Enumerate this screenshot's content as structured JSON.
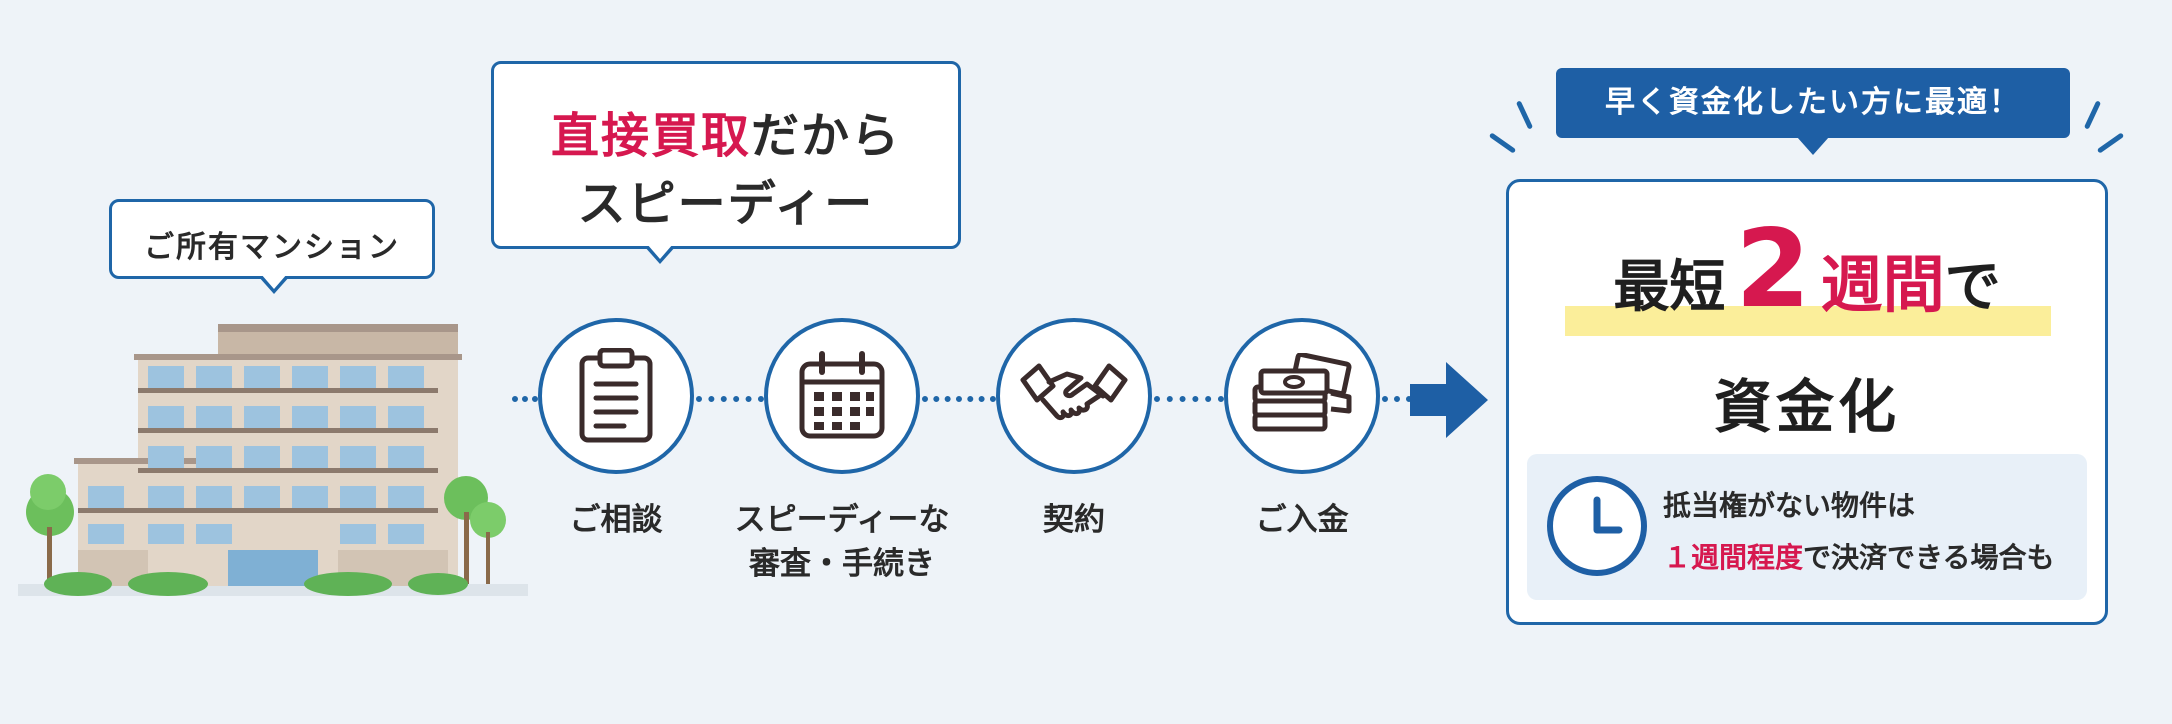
{
  "owner_bubble": {
    "label": "ご所有マンション"
  },
  "speed_bubble": {
    "line1_highlight": "直接買取",
    "line1_rest": "だから",
    "line2": "スピーディー"
  },
  "steps": [
    {
      "icon": "clipboard-icon",
      "label": "ご相談",
      "label2": ""
    },
    {
      "icon": "calendar-icon",
      "label": "スピーディーな",
      "label2": "審査・手続き"
    },
    {
      "icon": "handshake-icon",
      "label": "契約",
      "label2": ""
    },
    {
      "icon": "money-icon",
      "label": "ご入金",
      "label2": ""
    }
  ],
  "result": {
    "badge": "早く資金化したい方に最適！",
    "headline_prefix": "最短",
    "headline_number": "2",
    "headline_unit": "週間",
    "headline_suffix": "で",
    "sub_headline": "資金化",
    "note_line1": "抵当権がない物件は",
    "note_line2_highlight": "１週間程度",
    "note_line2_rest": "で決済できる場合も"
  },
  "colors": {
    "accent_blue": "#1f66a8",
    "highlight_red": "#d6184f",
    "highlight_yellow": "#fbee9a",
    "background": "#eef3f8"
  }
}
